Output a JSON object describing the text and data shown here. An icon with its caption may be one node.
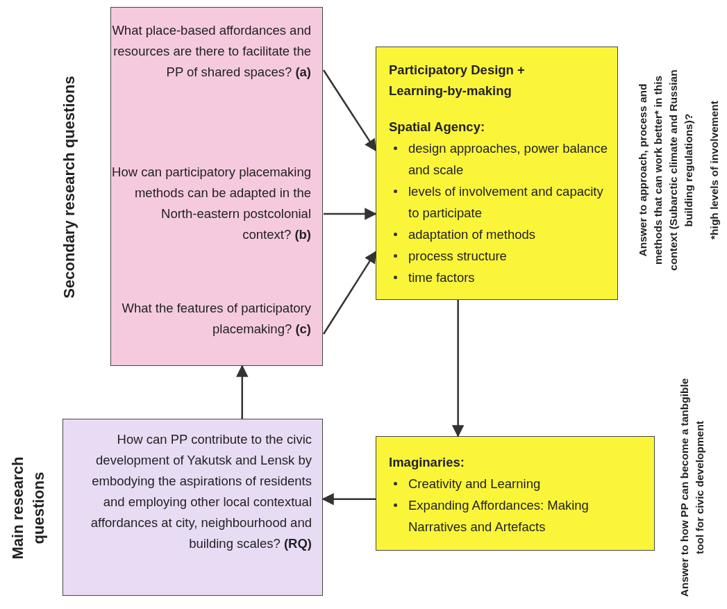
{
  "diagram": {
    "nodes": [
      {
        "text": [
          "Secondary research questions"
        ]
      },
      {
        "text": [
          "What place-based affordances and resources are there to facilitate the PP of shared spaces? **(a)**"
        ],
        "in": 0
      },
      {
        "text": [
          "How can participatory placemaking methods can be adapted in the North-eastern postcolonial context? **(b)**"
        ],
        "in": 0
      },
      {
        "text": [
          "What the features of participatory placemaking? **(c)**"
        ],
        "in": 0
      },
      {
        "text": [
          "Participatory Design + Learning-by-making",
          "Spatial Agency:",
          "design approaches, power balance and scale",
          "levels of involvement and capacity to participate",
          "adaptation of methods",
          "process structure",
          "time factors"
        ]
      },
      {
        "text": [
          "Imaginaries:",
          "Creativity and Learning",
          "Expanding Affordances: Making Narratives and Artefacts"
        ]
      },
      {
        "text": [
          "Main research questions",
          "How can PP contribute to the civic development of Yakutsk and Lensk by embodying the aspirations of residents and employing other local contextual affordances at city, neighbourhood and building scales? **(RQ)**"
        ]
      }
    ],
    "edges": [
      {
        "from": 1,
        "to": 4,
        "arrow": "to"
      },
      {
        "from": 2,
        "to": 4,
        "arrow": "to"
      },
      {
        "from": 3,
        "to": 4,
        "arrow": "to"
      },
      {
        "from": 4,
        "to": 5,
        "arrow": "to"
      },
      {
        "from": 5,
        "to": 6,
        "arrow": "to"
      },
      {
        "from": 6,
        "to": 0,
        "arrow": "to"
      }
    ],
    "labels": [
      "Answer to approach, process and methods that can work better* in this context (Subarctic climate and Russian building regulations)?",
      "*high levels of involvement",
      "Answer to how PP can become a tanbgible tool for civic development"
    ]
  }
}
